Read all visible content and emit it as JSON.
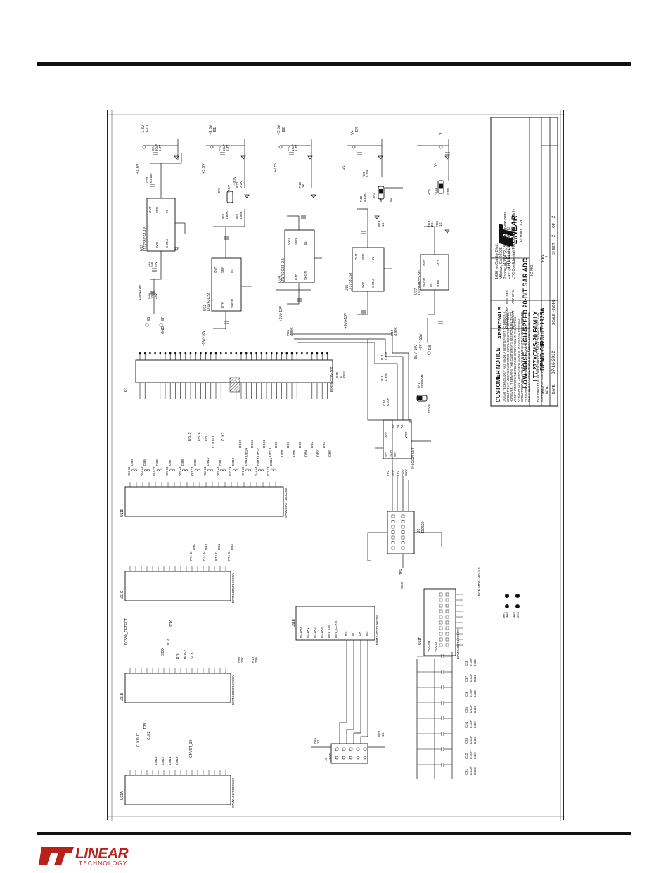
{
  "title_block": {
    "company_address": "1630 McCarthy Blvd.",
    "company_city": "Milpitas, CA 95035",
    "company_phone": "Phone: (408)432-1900  www.linear.com",
    "company_fax": "Fax: (408)434-0507",
    "confidential": "LTC Confidential-For Customer Use Only",
    "logo_word": "LINEAR",
    "logo_sub": "TECHNOLOGY",
    "title_label": "TITLE: SCHEMATIC",
    "title_line1": "LOW NOISE, HIGH SPEED 20-BIT SAR ADC",
    "title_line2": "LTC237XCMS-20 FAMILY",
    "title_line3": "DEMO CIRCUIT 1925A",
    "ic_no_label": "IC NO.",
    "size_label": "SIZE",
    "size_value": "N/A",
    "date_label": "DATE:",
    "date_value": "07-16-2012",
    "rev_label": "REV.",
    "rev_value": "2",
    "sheet_label": "SHEET",
    "sheet_value": "2",
    "of_label": "OF",
    "of_value": "2",
    "scale": "SCALE = NONE",
    "approvals": "APPROVALS",
    "pcb_des": "PCB DES.",
    "pcb_des_name": "MAWANWONG",
    "app_eng": "APP ENG.",
    "app_eng_name": "G. HICHMAN"
  },
  "customer_notice": {
    "heading": "CUSTOMER NOTICE",
    "body1": "LINEAR TECHNOLOGY HAS MADE A BEST EFFORT TO DESIGN A",
    "body2": "CIRCUIT THAT MEETS CUSTOMER-SUPPLIED SPECIFICATIONS;",
    "body3": "HOWEVER, IT REMAINS THE CUSTOMER'S RESPONSIBILITY TO",
    "body4": "VERIFY PROPER AND RELIABLE OPERATION IN THE ACTUAL",
    "body5": "APPLICATION. COMPONENT SUBSTITUTION AND PRINTED",
    "body6": "CIRCUIT BOARD LAYOUT MAY SIGNIFICANTLY AFFECT CIRCUIT",
    "body7": "PERFORMANCE OR RELIABILITY. CONTACT LINEAR",
    "body8": "TECHNOLOGY APPLICATIONS ENGINEERING FOR ASSISTANCE.",
    "prop1": "THIS CIRCUIT IS PROPRIETARY TO LINEAR TECHNOLOGY AND",
    "prop2": "SUPPLIED FOR USE WITH LINEAR TECHNOLOGY PARTS."
  },
  "regulators": {
    "u12": "U12",
    "u12_part": "LT1763CS8-1.8",
    "u13": "U13",
    "u13_part": "LT1763CS8",
    "u14": "U14",
    "u14_part": "LT1763CS8-2.5",
    "u15": "U15",
    "u15_part": "LT1763CS8",
    "u17": "U17",
    "u17_part": "LT1964ES5-SD",
    "pin_out": "OUT",
    "pin_sen": "SEN",
    "pin_byp": "BYP",
    "pin_in": "IN",
    "pin_shdn": "SHDN",
    "pin_gnd": "GND",
    "pin_adj": "ADJ",
    "rail_18": "+1.8V",
    "rail_33": "+3.3V",
    "rail_25": "+2.5V",
    "rail_vp": "V+",
    "rail_vm": "V-",
    "rail_9v": "+9V/+10V",
    "rail_m9v": "-9V / -10V",
    "e10": "E10",
    "e1": "E1",
    "e2": "E2",
    "e4": "E4",
    "e5": "E5",
    "e6": "E6",
    "e7": "E7",
    "e8": "E8",
    "gnd": "GND",
    "c24": "C24",
    "c24_val": "10uF",
    "c24_v": "6.3V",
    "c23": "C23",
    "c23_val": "0.01uF",
    "c22": "C22",
    "c22_val": "1uF",
    "c22_v": "25V",
    "c21": "C21",
    "c21_val": "10uF",
    "c21_v": "25V",
    "jp3": "JP3",
    "jp3_v1": "+2.5V",
    "jp3_v2": "+3.3V",
    "r25": "R25",
    "r25_val": "1.69K",
    "r27": "R27",
    "r27_val": "2.2K",
    "r26": "R26",
    "r26_val": "1.96K",
    "r19": "R19",
    "r19_val": "1K",
    "r20": "R20",
    "r20_val": "6.49K",
    "r42": "R42",
    "r42_val": "5.62K",
    "r43": "R43",
    "r43_val": "1K",
    "r28": "R28",
    "r28_val": "2K",
    "r29": "R29",
    "r29_val": "1K",
    "r81": "R81",
    "r81_val": "4.99K",
    "jp2": "JP2",
    "jp2_8v": "8V",
    "jp2_5v": "5V",
    "jp5": "JP5",
    "jp5_v": "-3.6V",
    "jp5_gnd": "GND"
  },
  "connector": {
    "p1": "P1",
    "edge_con": "EDGE-CON-100",
    "r15": "R15",
    "r15_val": "0",
    "r15_size": "0603",
    "eeprom_jp": "JP1",
    "eeprom_label": "EEPROM",
    "u16": "24LC024-I/ST",
    "r10": "R10",
    "r10_val": "4.99K",
    "r11": "R11",
    "r11_val": "4.99K",
    "r12": "R12",
    "r12_val": "4.99K",
    "c14": "C14",
    "c14_val": "0.1uF",
    "pin_scl": "SCL",
    "pin_sda": "SDA",
    "pin_wp": "WP",
    "pin_vcc": "VCC",
    "pin_vss": "VSS",
    "pin_a0": "A0",
    "pin_a1": "A1",
    "pin_a2": "A2",
    "prog": "PROG",
    "wp_label": "WP"
  },
  "fpga": {
    "u11a": "U11A",
    "u11b": "U11B",
    "u11c": "U11C",
    "u11d": "U11D",
    "u11e": "U11E",
    "u11f": "U11F",
    "part": "EPM240GT100C5N",
    "clkout": "CLKOUT",
    "clk2": "CLK2",
    "tp8": "TP8",
    "cnvst": "CNVST_33",
    "dc590": "DC590_DETECT",
    "sdo": "SDO",
    "sck": "SCK",
    "busy": "BUSY",
    "rdl": "RDL",
    "r14": "R14",
    "r14_val": "33",
    "r80": "R80",
    "r80_val": "10K",
    "r80_size": "0402",
    "r16": "R16",
    "r16_val": "200",
    "jtag": "J5",
    "jtag_label": "JTAG",
    "r21": "R21",
    "r21_val": "1K",
    "r24": "R24",
    "r24_val": "1K",
    "gclk0": "GCLK0",
    "gclk1": "GCLK1",
    "gclk2": "GCLK2",
    "gclk3": "GCLK3",
    "dev_oe": "DEV_OE",
    "dev_clrn": "DEV_CLRN",
    "tms": "TMS",
    "tdi": "TDI",
    "tck": "TCK",
    "tdo": "TDO",
    "j2": "J2",
    "j2_label": "DC590",
    "tp1": "TP1",
    "tp2": "TP2",
    "tp3": "TP3",
    "cnv": "CNV",
    "pcb_holes": "PCB MTG. HOLES",
    "mh1": "MH1",
    "mh2": "MH2",
    "mh3": "MH3",
    "mh4": "MH4",
    "vccint": "VCCINT",
    "vccio": "VCCIO",
    "db_labels": [
      "DB0",
      "DB1",
      "DB2",
      "DB3",
      "DB4",
      "DB5",
      "DB6",
      "DB7",
      "DB8",
      "DB9",
      "DB10",
      "DB11",
      "DB12",
      "DB13",
      "DB14",
      "DB15",
      "DB16",
      "DB17",
      "DB18",
      "DB19"
    ],
    "r_values": "33",
    "cap_labels": [
      "C31",
      "C32",
      "C33",
      "C34",
      "C35",
      "C36",
      "C37",
      "C38"
    ],
    "cap_val": "0.1uF",
    "cap_size": "0402"
  },
  "footer": {
    "logo_word": "LINEAR",
    "logo_sub": "TECHNOLOGY"
  }
}
